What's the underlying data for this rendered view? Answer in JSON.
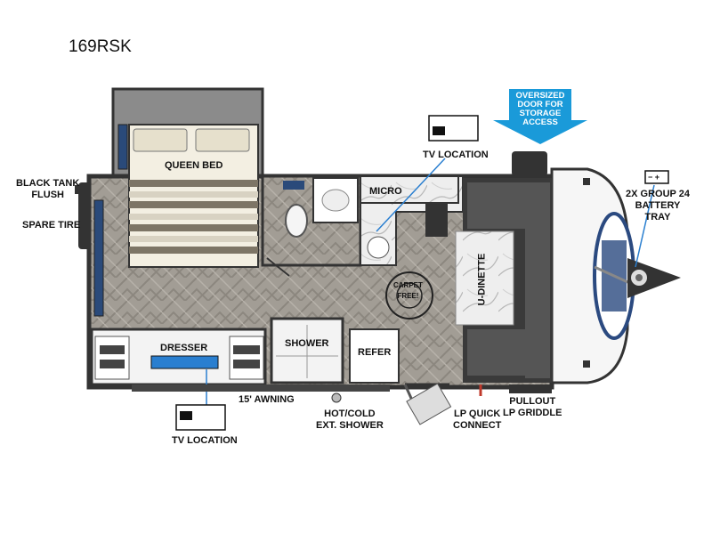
{
  "model": "169RSK",
  "callout": {
    "lines": [
      "OVERSIZED",
      "DOOR FOR",
      "STORAGE",
      "ACCESS"
    ],
    "color": "#1a9ad9"
  },
  "labels": {
    "queen_bed": "QUEEN BED",
    "micro": "MICRO",
    "tv_location_top": "TV LOCATION",
    "tv_location_bottom": "TV LOCATION",
    "black_tank_1": "BLACK TANK",
    "black_tank_2": "FLUSH",
    "spare_tire": "SPARE TIRE",
    "battery_1": "2X GROUP 24",
    "battery_2": "BATTERY",
    "battery_3": "TRAY",
    "u_dinette": "U-DINETTE",
    "carpet_1": "CARPET",
    "carpet_2": "FREE!",
    "shower": "SHOWER",
    "refer": "REFER",
    "dresser": "DRESSER",
    "awning": "15' AWNING",
    "ext_shower_1": "HOT/COLD",
    "ext_shower_2": "EXT. SHOWER",
    "lp_quick_1": "LP QUICK",
    "lp_quick_2": "CONNECT",
    "griddle_1": "PULLOUT",
    "griddle_2": "LP GRIDDLE"
  },
  "icons": {
    "battery_symbol": "− +",
    "tv": "tv-icon",
    "arrow": "down-arrow-icon"
  },
  "colors": {
    "floor": "#9d9890",
    "wall": "#3a3a3a",
    "dinette": "#3f3f3f",
    "accent_line": "#2a7fd0"
  }
}
